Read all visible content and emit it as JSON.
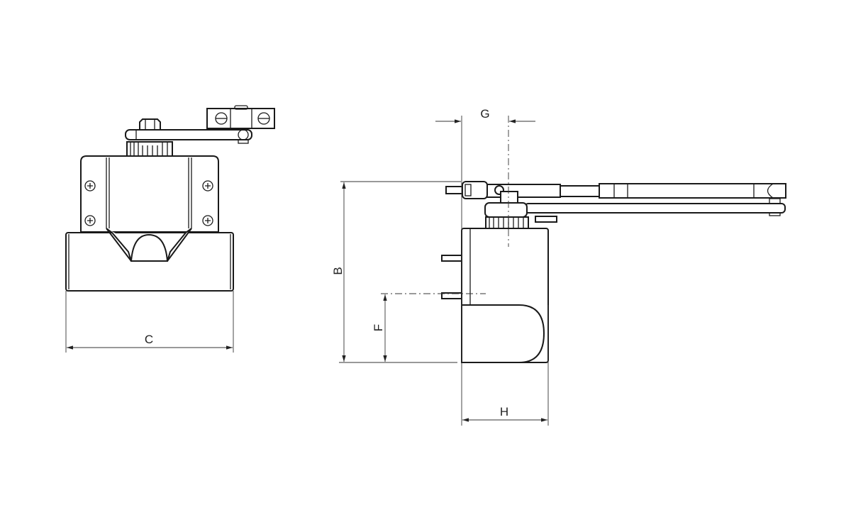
{
  "dimensions": {
    "C": "C",
    "B": "B",
    "F": "F",
    "G": "G",
    "H": "H"
  },
  "colors": {
    "line": "#1a1a1a",
    "background": "#ffffff"
  }
}
